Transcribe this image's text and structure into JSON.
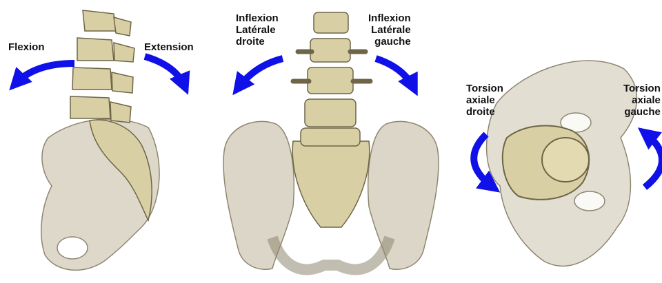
{
  "labels": {
    "flexion": "Flexion",
    "extension": "Extension",
    "inflexion_droite": [
      "Inflexion",
      "Latérale",
      "droite"
    ],
    "inflexion_gauche": [
      "Inflexion",
      "Latérale",
      "gauche"
    ],
    "torsion_droite": [
      "Torsion",
      "axiale",
      "droite"
    ],
    "torsion_gauche": [
      "Torsion",
      "axiale",
      "gauche"
    ]
  },
  "colors": {
    "arrow": "#1010e8",
    "bone": "#d8cfa4",
    "bone_shadow": "#a89f78",
    "pelvis_ghost": "#cfc8b4"
  }
}
